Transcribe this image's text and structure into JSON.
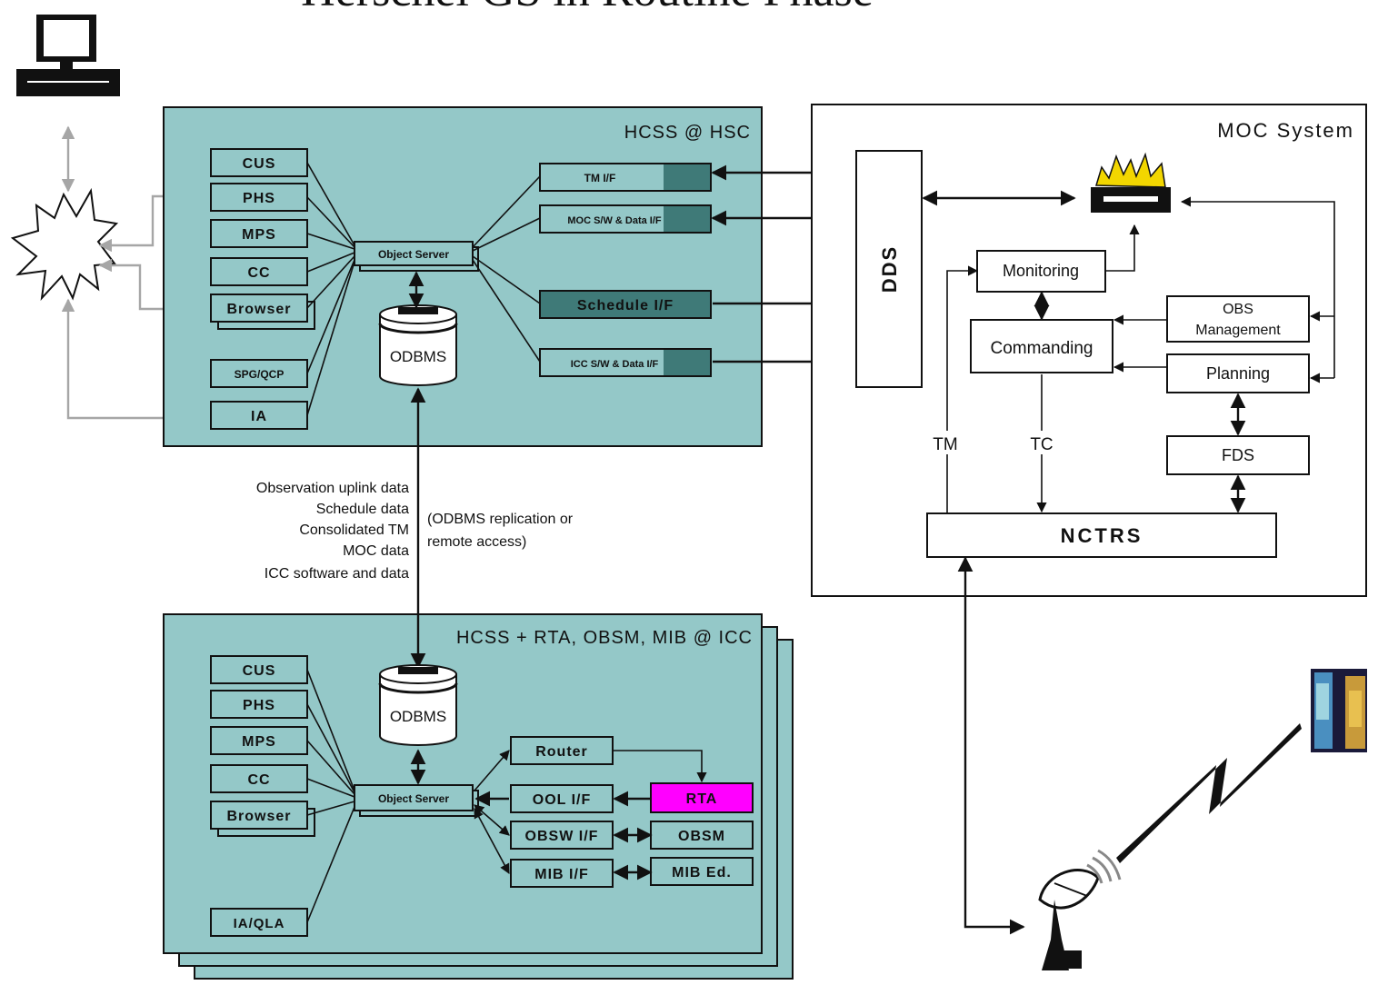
{
  "title": "Herschel GS in Routine Phase",
  "hsc": {
    "frame_label": "HCSS @ HSC",
    "modules": [
      "CUS",
      "PHS",
      "MPS",
      "CC",
      "Browser",
      "SPG/QCP",
      "IA"
    ],
    "object_server": "Object Server",
    "database": "ODBMS",
    "interfaces": [
      "TM I/F",
      "MOC S/W & Data I/F",
      "Schedule I/F",
      "ICC S/W & Data I/F"
    ]
  },
  "icc": {
    "frame_label": "HCSS + RTA, OBSM, MIB @ ICC",
    "modules": [
      "CUS",
      "PHS",
      "MPS",
      "CC",
      "Browser",
      "IA/QLA"
    ],
    "object_server": "Object Server",
    "database": "ODBMS",
    "router": "Router",
    "interfaces": [
      "OOL I/F",
      "OBSW I/F",
      "MIB I/F"
    ],
    "tools": [
      "RTA",
      "OBSM",
      "MIB Ed."
    ]
  },
  "moc": {
    "frame_label": "MOC System",
    "dds": "DDS",
    "monitoring": "Monitoring",
    "commanding": "Commanding",
    "obs_management": [
      "OBS",
      "Management"
    ],
    "planning": "Planning",
    "fds": "FDS",
    "nctrs": "NCTRS",
    "tm": "TM",
    "tc": "TC"
  },
  "link": {
    "data_items": [
      "Observation uplink data",
      "Schedule data",
      "Consolidated TM",
      "MOC data",
      "ICC software and data"
    ],
    "replication_note": [
      "(ODBMS replication or",
      "remote access)"
    ]
  },
  "colors": {
    "frame_fill": "#94c8c8",
    "interface_dark": "#3f7a78",
    "rta": "#ff00ff",
    "grey_arrow": "#a6a6a6"
  },
  "icons": [
    "workstation-icon",
    "internet-burst-icon",
    "firewall-icon",
    "ground-antenna-icon",
    "spacecraft-icon"
  ]
}
